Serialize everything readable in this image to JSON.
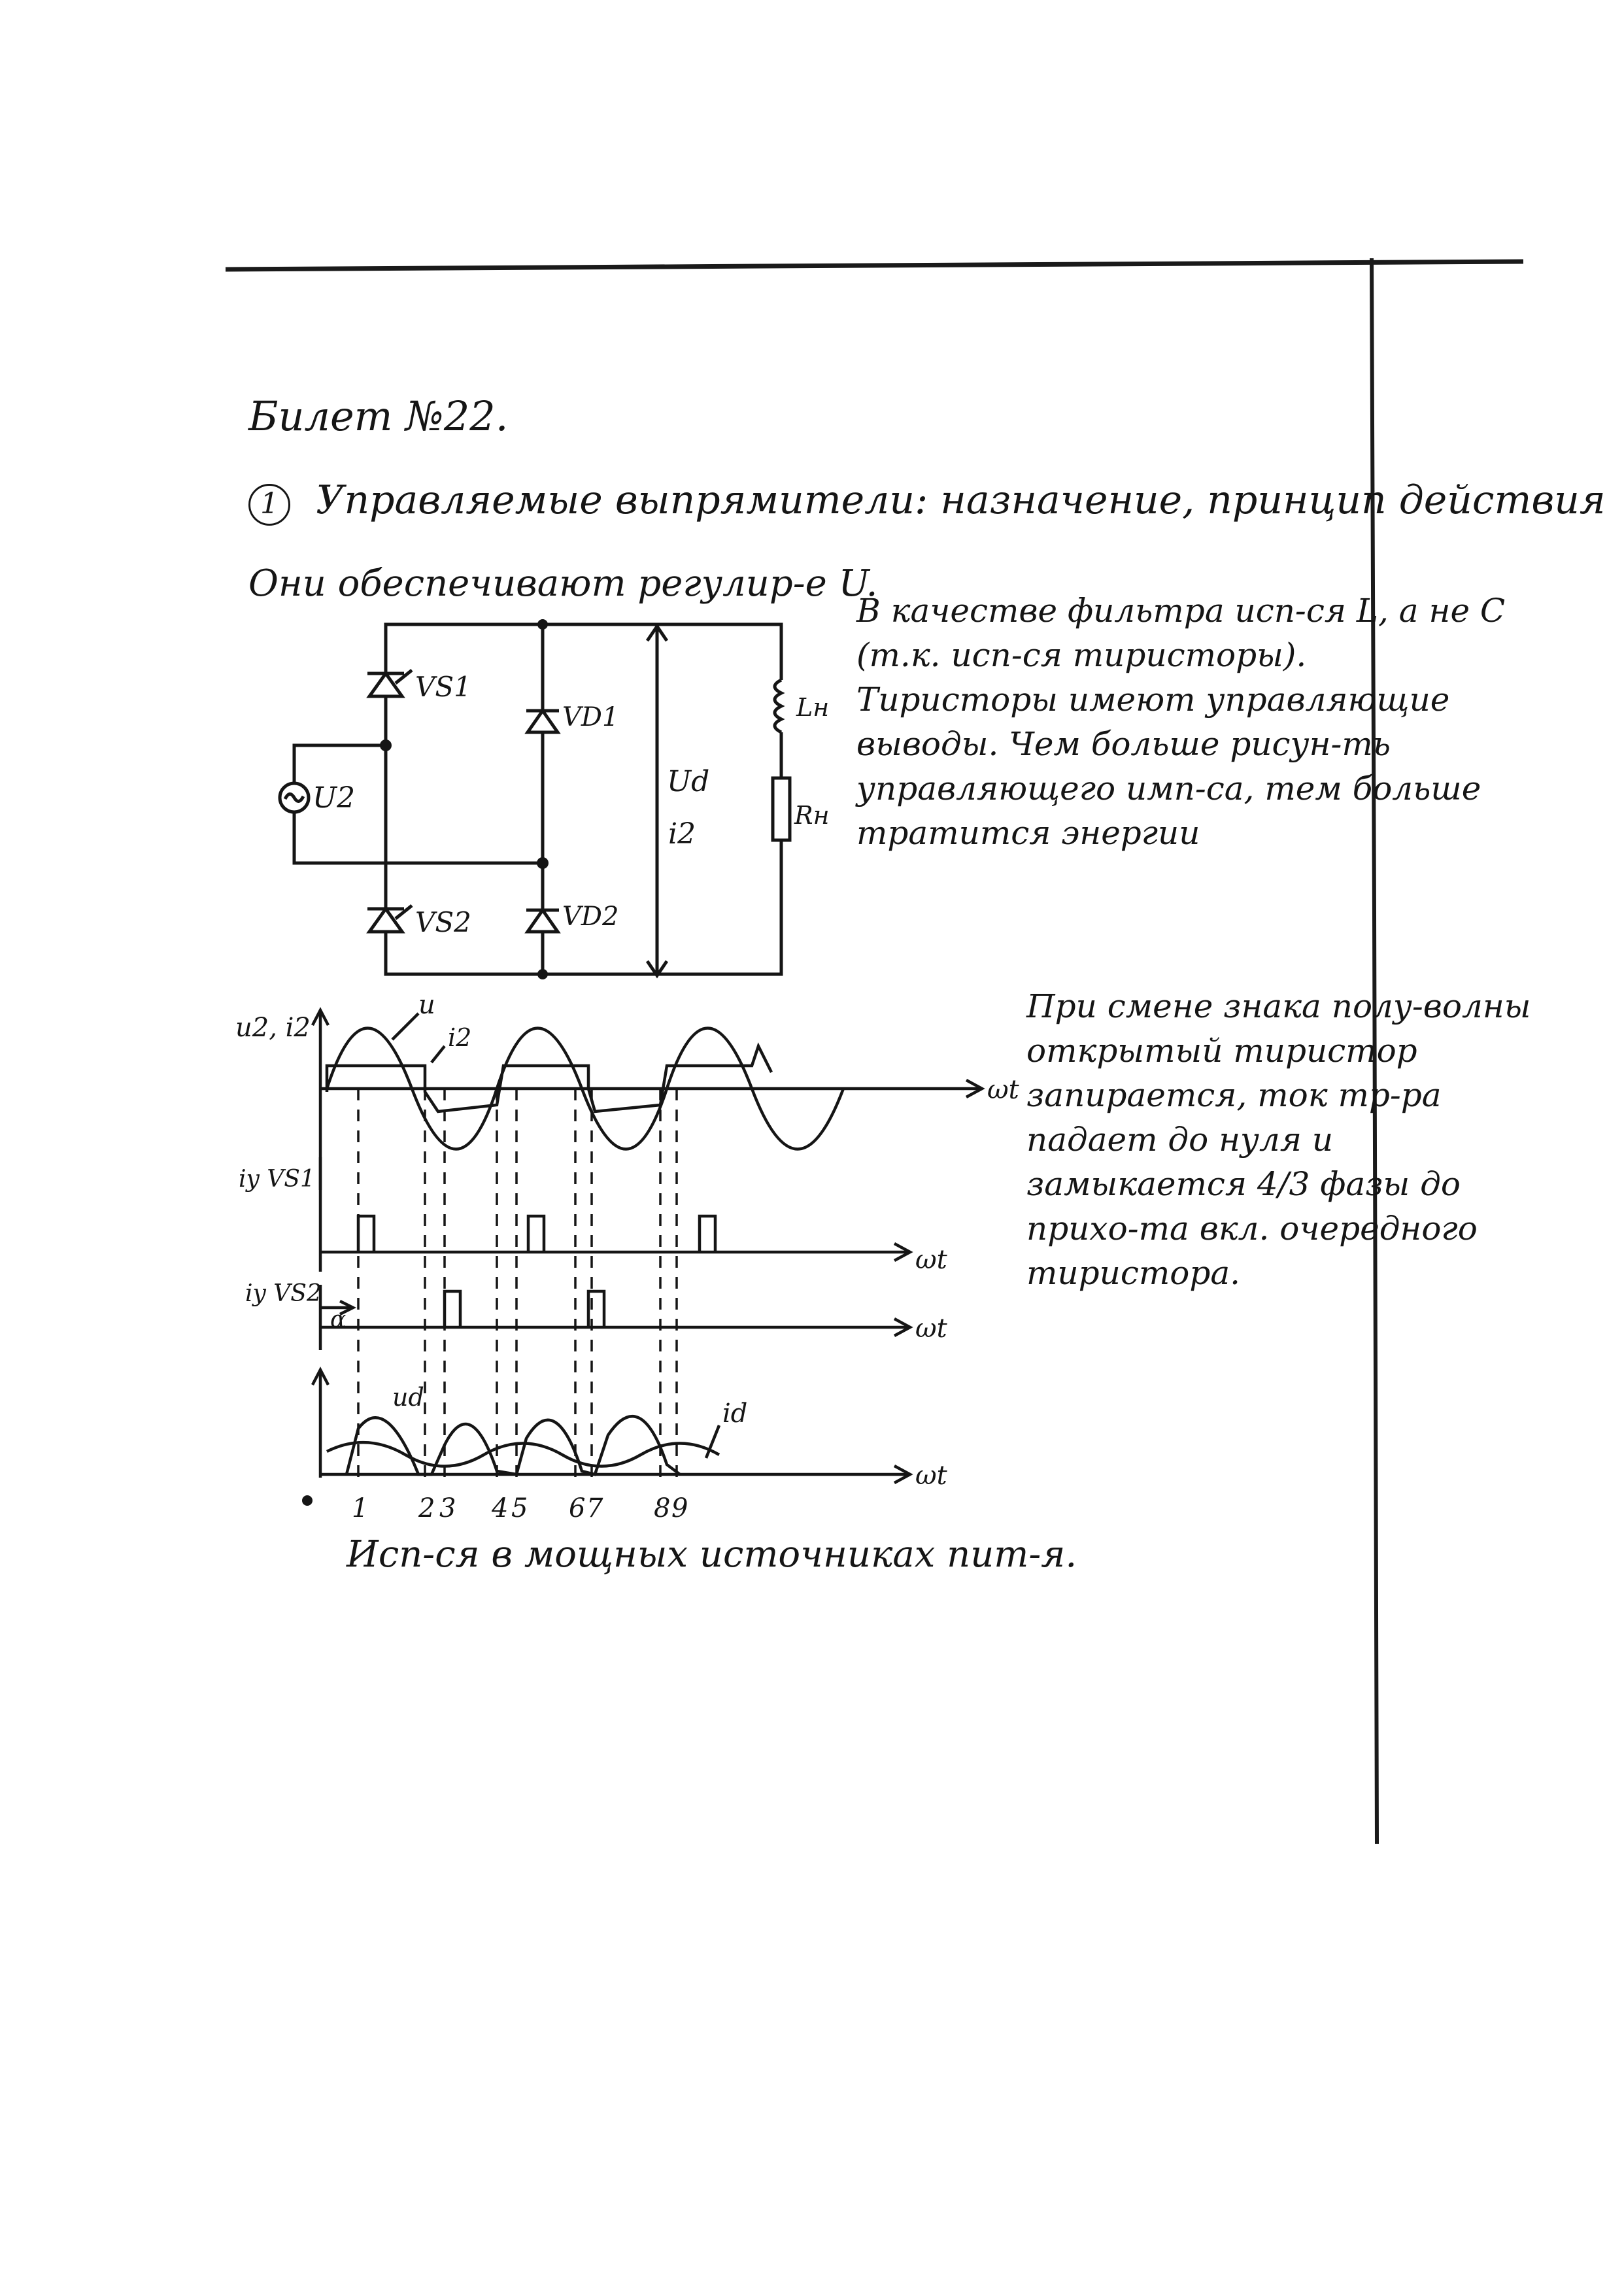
{
  "ticket": {
    "title": "Билет №22."
  },
  "question": {
    "number": "1",
    "text": "Управляемые выпрямители: назначение, принцип действия"
  },
  "intro": "Они обеспечивают регулир-е U.",
  "circuit": {
    "labels": {
      "vs1": "VS1",
      "vs2": "VS2",
      "vd1": "VD1",
      "vd2": "VD2",
      "u2": "U2",
      "ud": "Ud",
      "i2": "i2",
      "lh": "Lн",
      "rh": "Rн"
    }
  },
  "notes": {
    "filter": "В качестве фильтра исп-ся L, а не C (т.к. исп-ся тиристоры). Тиристоры имеют управляющие выводы. Чем больше рисун-ть управляющего имп-са, тем больше тратится энергии",
    "commutation": "При смене знака полу-волны открытый тиристор запирается, ток тр-ра падает до нуля и замыкается 4/3 фазы до прихо-та вкл. очередного тиристора."
  },
  "timing": {
    "axis_labels": {
      "top_y": "u2, i2",
      "u_curve": "u",
      "i2_curve": "i2",
      "vs1": "iy VS1",
      "vs2": "iy VS2",
      "alpha": "α",
      "ud_curve": "ud",
      "id_curve": "id",
      "wt": "ωt"
    },
    "marks": [
      "1",
      "2",
      "3",
      "4",
      "5",
      "6",
      "7",
      "8",
      "9"
    ]
  },
  "footer": "Исп-ся в мощных источниках пит-я."
}
